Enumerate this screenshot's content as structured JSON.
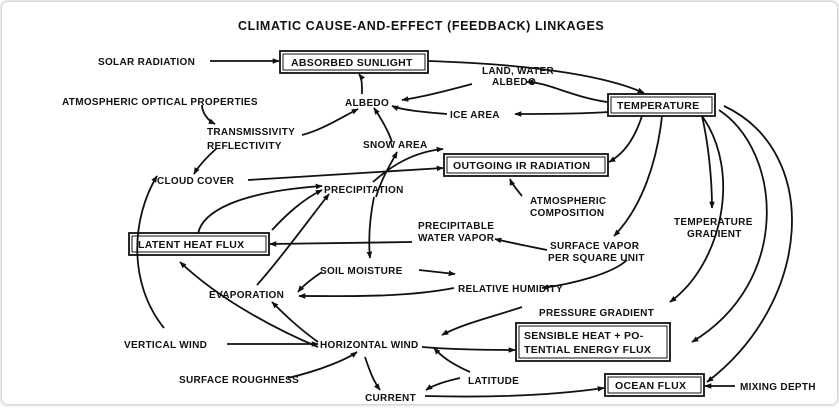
{
  "title": "CLIMATIC CAUSE-AND-EFFECT (FEEDBACK) LINKAGES",
  "nodes": {
    "solar_radiation": "SOLAR RADIATION",
    "absorbed_sunlight": "ABSORBED SUNLIGHT",
    "land_water_albedo_1": "LAND, WATER",
    "land_water_albedo_2": "ALBEDO",
    "atmospheric_optical_properties": "ATMOSPHERIC OPTICAL PROPERTIES",
    "albedo": "ALBEDO",
    "temperature": "TEMPERATURE",
    "ice_area": "ICE AREA",
    "transmissivity": "TRANSMISSIVITY",
    "reflectivity": "REFLECTIVITY",
    "snow_area": "SNOW AREA",
    "outgoing_ir": "OUTGOING IR RADIATION",
    "cloud_cover": "CLOUD COVER",
    "precipitation": "PRECIPITATION",
    "atmospheric_composition_1": "ATMOSPHERIC",
    "atmospheric_composition_2": "COMPOSITION",
    "temperature_gradient_1": "TEMPERATURE",
    "temperature_gradient_2": "GRADIENT",
    "precipitable_1": "PRECIPITABLE",
    "precipitable_2": "WATER VAPOR",
    "latent_heat_flux": "LATENT HEAT FLUX",
    "surface_vapor_1": "SURFACE VAPOR",
    "surface_vapor_2": "PER SQUARE UNIT",
    "soil_moisture": "SOIL MOISTURE",
    "evaporation": "EVAPORATION",
    "relative_humidity": "RELATIVE HUMIDITY",
    "pressure_gradient": "PRESSURE GRADIENT",
    "sensible_heat_1": "SENSIBLE HEAT + PO-",
    "sensible_heat_2": "TENTIAL ENERGY FLUX",
    "vertical_wind": "VERTICAL WIND",
    "horizontal_wind": "HORIZONTAL WIND",
    "surface_roughness": "SURFACE ROUGHNESS",
    "latitude": "LATITUDE",
    "current": "CURRENT",
    "ocean_flux": "OCEAN FLUX",
    "mixing_depth": "MIXING DEPTH"
  }
}
